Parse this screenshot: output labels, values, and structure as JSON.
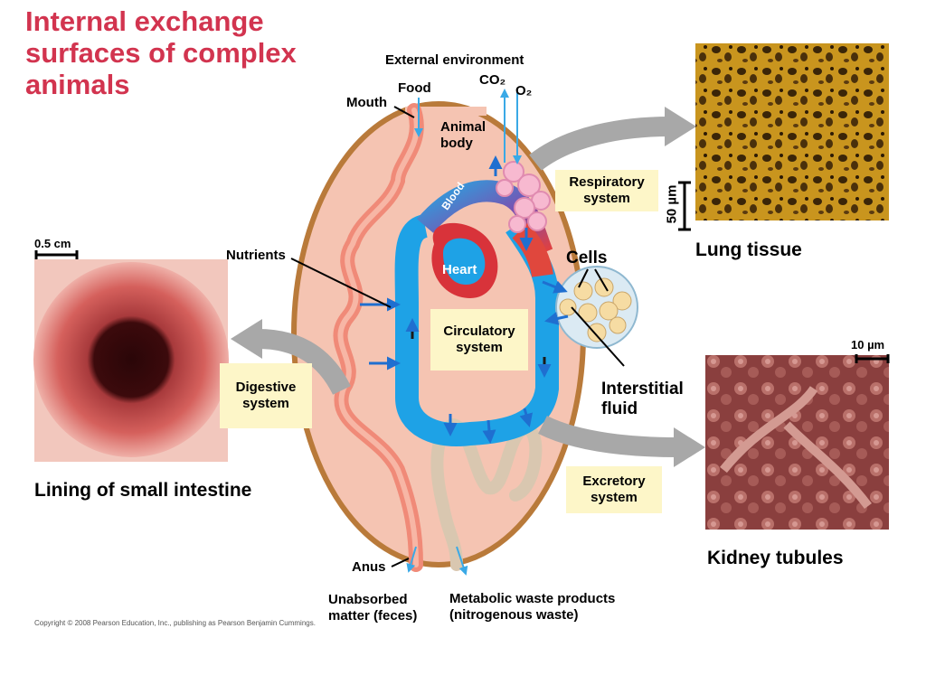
{
  "title": "Internal exchange surfaces of complex animals",
  "labels": {
    "external_environment": "External environment",
    "food": "Food",
    "co2": "CO₂",
    "o2": "O₂",
    "mouth": "Mouth",
    "animal_body": "Animal body",
    "blood": "Blood",
    "heart": "Heart",
    "nutrients": "Nutrients",
    "cells": "Cells",
    "interstitial_fluid": "Interstitial fluid",
    "anus": "Anus",
    "unabsorbed_matter": "Unabsorbed matter (feces)",
    "metabolic_waste": "Metabolic waste products (nitrogenous waste)"
  },
  "systems": {
    "respiratory": "Respiratory system",
    "circulatory": "Circulatory system",
    "digestive": "Digestive system",
    "excretory": "Excretory system"
  },
  "images": {
    "lung": {
      "caption": "Lung tissue",
      "scale": "50 µm"
    },
    "intestine": {
      "caption": "Lining of small intestine",
      "scale": "0.5 cm"
    },
    "kidney": {
      "caption": "Kidney tubules",
      "scale": "10 µm"
    }
  },
  "copyright": "Copyright © 2008 Pearson Education, Inc., publishing as Pearson Benjamin Cummings."
}
